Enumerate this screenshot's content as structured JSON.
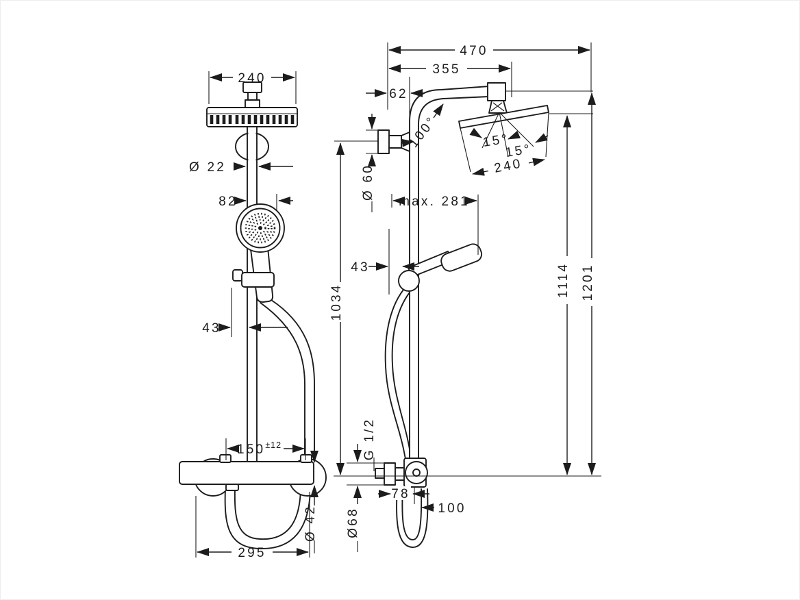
{
  "meta": {
    "type": "technical-dimension-drawing",
    "subject": "shower pipe system with overhead shower, hand shower and thermostat",
    "ink_color": "#1c1c1c",
    "background": "#ffffff"
  },
  "front_view": {
    "dim_head_width": "240",
    "dim_pipe_diameter": "Ø 22",
    "dim_handshower_offset": "82",
    "dim_holder_offset": "43",
    "dim_valve_centers": "150",
    "dim_valve_centers_tol": "±12",
    "dim_valve_diameter": "Ø 42",
    "dim_hose_width": "295"
  },
  "side_view": {
    "dim_reach_total": "470",
    "dim_reach_arm": "355",
    "dim_wall_offset": "62",
    "dim_arm_angle": "100°",
    "dim_head_tilt_left": "15°",
    "dim_head_tilt_right": "15°",
    "dim_head_size": "240",
    "dim_bracket_diameter": "Ø 60",
    "dim_handshower_reach": "max. 281",
    "dim_holder_offset": "43",
    "dim_height_bracket": "1034",
    "dim_height_head": "1114",
    "dim_height_total": "1201",
    "dim_thread": "G 1/2",
    "dim_valve_plate_diameter": "Ø68",
    "dim_wall_to_riser": "78",
    "dim_hose_clearance": "100"
  }
}
